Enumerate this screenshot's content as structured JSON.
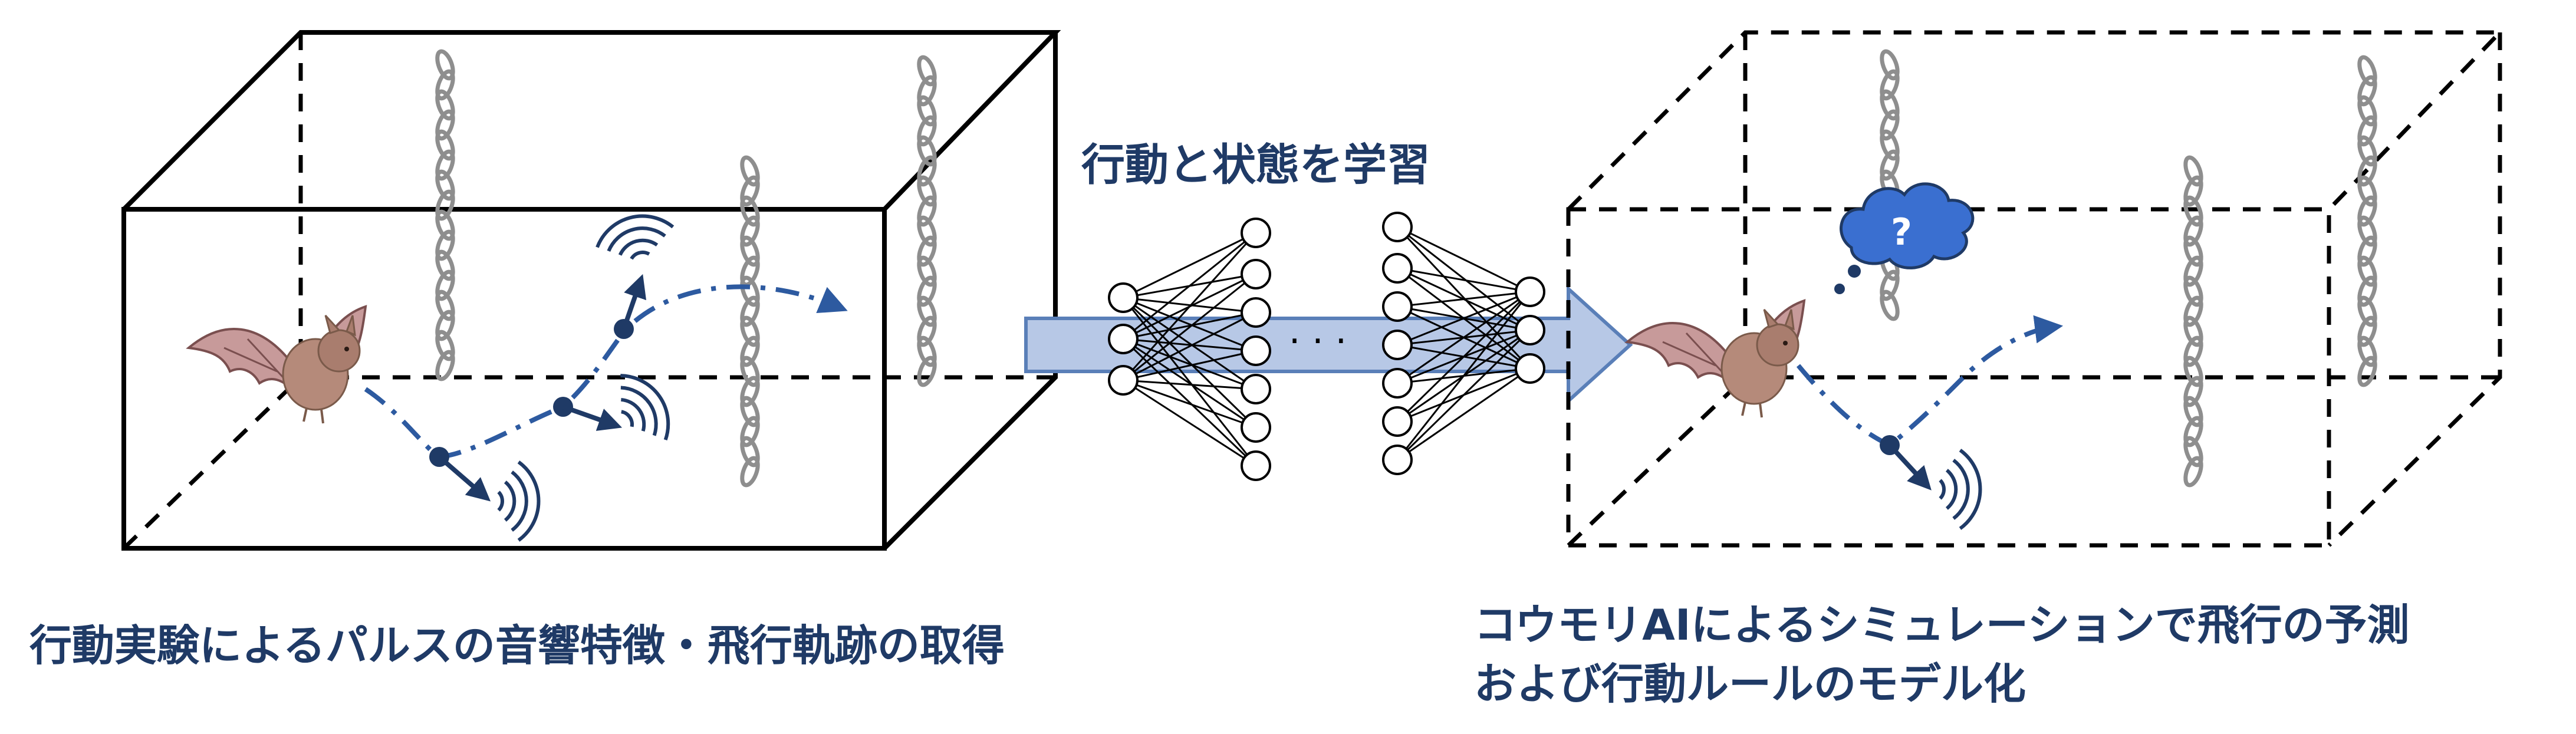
{
  "center_label": "行動と状態を学習",
  "left_caption": "行動実験によるパルスの音響特徴・飛行軌跡の取得",
  "right_caption": {
    "line1": "コウモリAIによるシミュレーションで飛行の予測",
    "line2": "および行動ルールのモデル化"
  },
  "network_ellipsis": "· · ·",
  "thought_bubble_text": "?",
  "colors": {
    "caption_text": "#1f3a66",
    "pulse_blue": "#1f3a66",
    "trajectory_blue": "#2d5aa0",
    "arrow_fill": "#b7c8e6",
    "arrow_stroke": "#5a7fb8",
    "cloud_fill": "#3a6fd0",
    "chain_gray": "#8e8e8e"
  }
}
